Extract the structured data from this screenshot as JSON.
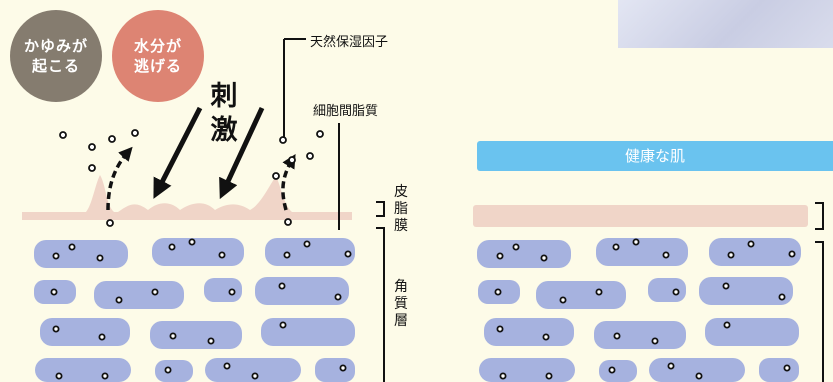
{
  "bubbles": {
    "itch": [
      "かゆみが",
      "起こる"
    ],
    "water": [
      "水分が",
      "逃げる"
    ]
  },
  "stimulus": [
    "刺",
    "激"
  ],
  "labels": {
    "nmf": "天然保湿因子",
    "lipid": "細胞間脂質",
    "sebum": [
      "皮",
      "脂",
      "膜"
    ],
    "stratum": [
      "角",
      "質",
      "層"
    ]
  },
  "healthy_banner": "健康な肌",
  "colors": {
    "background": "#fdfbe8",
    "itch_bubble": "#857c6f",
    "water_bubble": "#dd8473",
    "banner": "#6ac3ef",
    "cell": "#a6b2df",
    "sebum": "#f0d5c8"
  }
}
